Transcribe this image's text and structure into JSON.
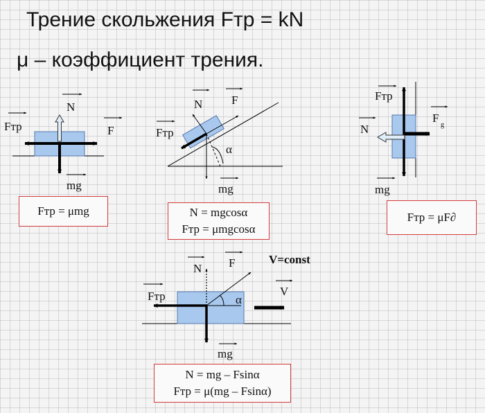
{
  "header": {
    "title": "Трение скольжения  Fтр = kN",
    "subtitle": "μ  – коэффициент трения."
  },
  "diagrams": {
    "horizontal": {
      "labels": {
        "friction": "Fтр",
        "normal": "N",
        "force": "F",
        "gravity": "mg"
      },
      "formula": "Fтр = μmg"
    },
    "incline": {
      "labels": {
        "friction": "Fтр",
        "normal": "N",
        "force": "F",
        "gravity": "mg",
        "angle": "α"
      },
      "formulas": [
        "N = mgcosα",
        "Fтр = μmgcosα"
      ]
    },
    "vertical": {
      "labels": {
        "friction": "Fтр",
        "normal": "N",
        "force": "F",
        "force_subscript": "g",
        "gravity": "mg"
      },
      "formula": "Fтр = μF∂"
    },
    "angled_pull": {
      "labels": {
        "friction": "Fтр",
        "normal": "N",
        "force": "F",
        "gravity": "mg",
        "angle": "α",
        "velocity": "V",
        "condition": "V=const"
      },
      "formulas": [
        "N = mg – Fsinα",
        "Fтр = μ(mg – Fsinα)"
      ]
    }
  },
  "colors": {
    "block_fill": "#a8c8ee",
    "block_stroke": "#5577aa",
    "formula_border": "#d33a3a",
    "open_arrow_fill": "#dfeef8"
  }
}
